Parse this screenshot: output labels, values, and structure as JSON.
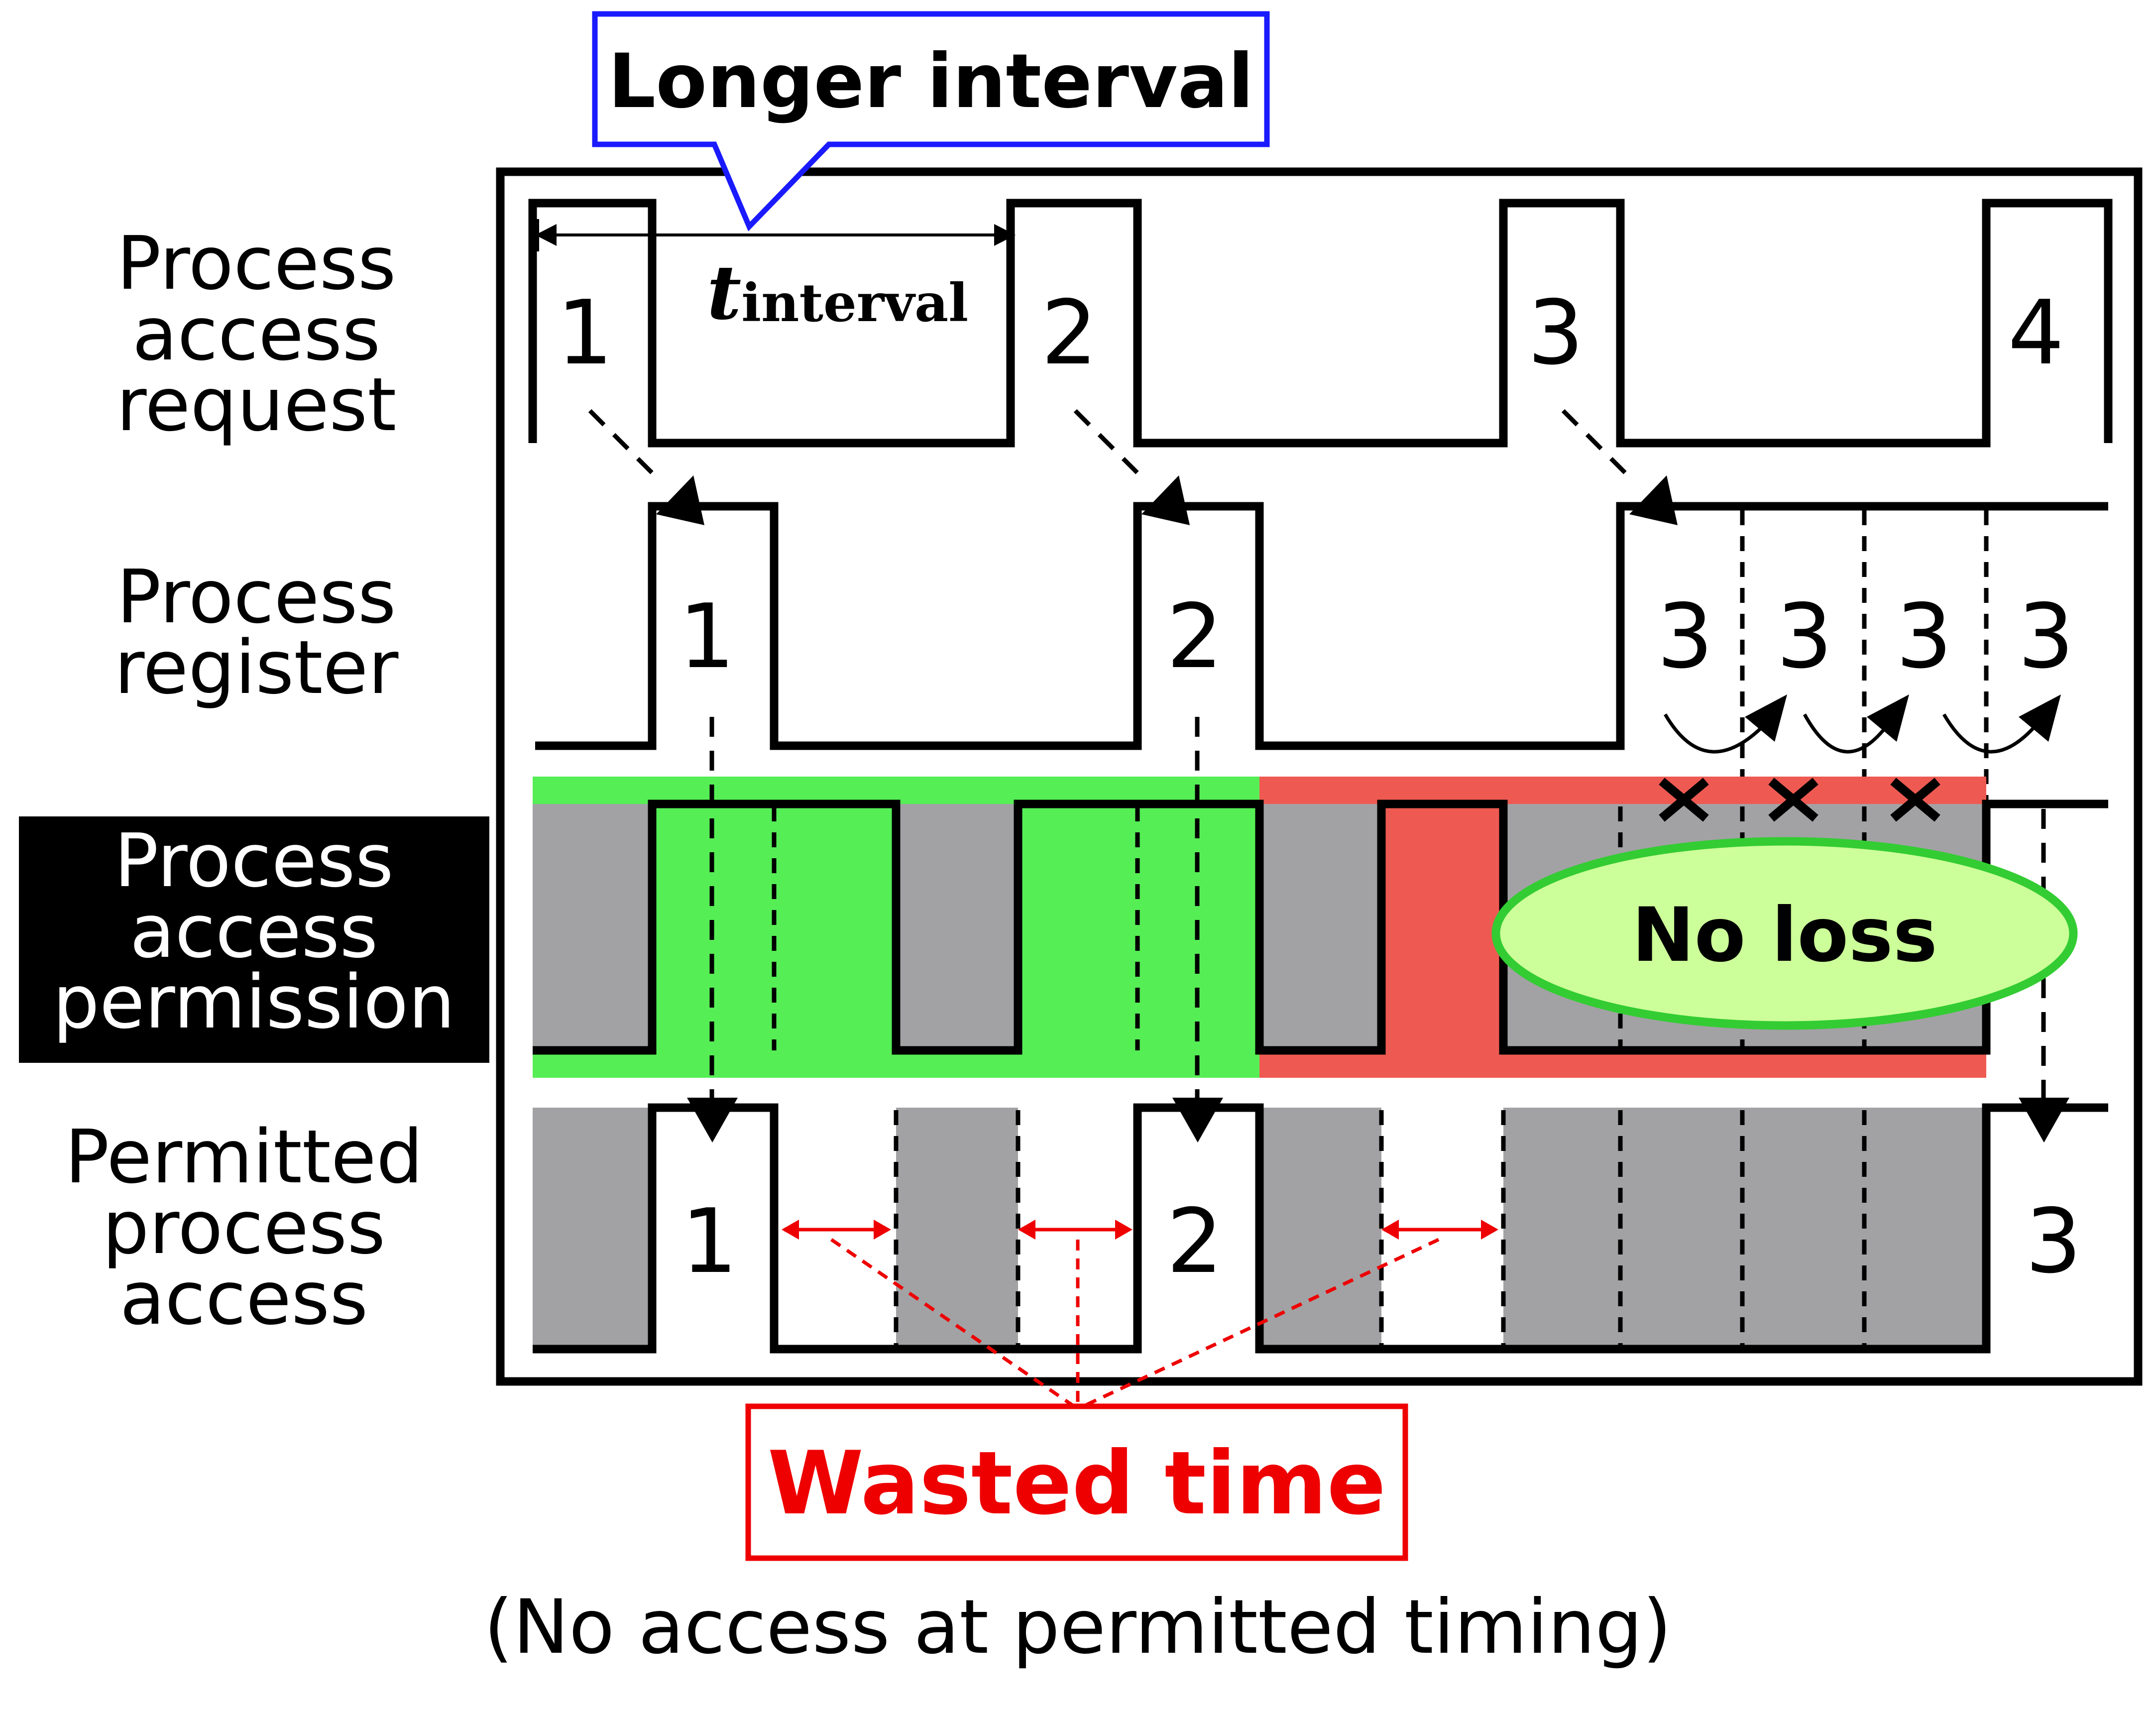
{
  "callout_top": {
    "text": "Longer interval",
    "border_color": "#1a1aff"
  },
  "interval_label": {
    "main": "t",
    "sub": "interval"
  },
  "rows": {
    "request": {
      "label_lines": [
        "Process",
        "access",
        "request"
      ]
    },
    "register": {
      "label_lines": [
        "Process",
        "register"
      ]
    },
    "permission": {
      "label_lines": [
        "Process",
        "access",
        "permission"
      ],
      "highlighted": true
    },
    "permitted": {
      "label_lines": [
        "Permitted",
        "process",
        "access"
      ]
    }
  },
  "request_numbers": [
    "1",
    "2",
    "3",
    "4"
  ],
  "register_numbers": [
    "1",
    "2",
    "3",
    "3",
    "3",
    "3"
  ],
  "permitted_numbers": [
    "1",
    "2",
    "3"
  ],
  "no_loss": {
    "text": "No loss",
    "fill": "#ccff99",
    "border": "#33cc33"
  },
  "wasted_time": {
    "text": "Wasted time",
    "color": "#ee0000"
  },
  "footnote": {
    "text": "(No access at permitted timing)"
  },
  "colors": {
    "permission_ok_band": "#55ee55",
    "permission_bad_band": "#ee5a52",
    "inactive_gray": "#a2a2a4",
    "label_highlight_bg": "#000000",
    "label_highlight_fg": "#ffffff"
  }
}
